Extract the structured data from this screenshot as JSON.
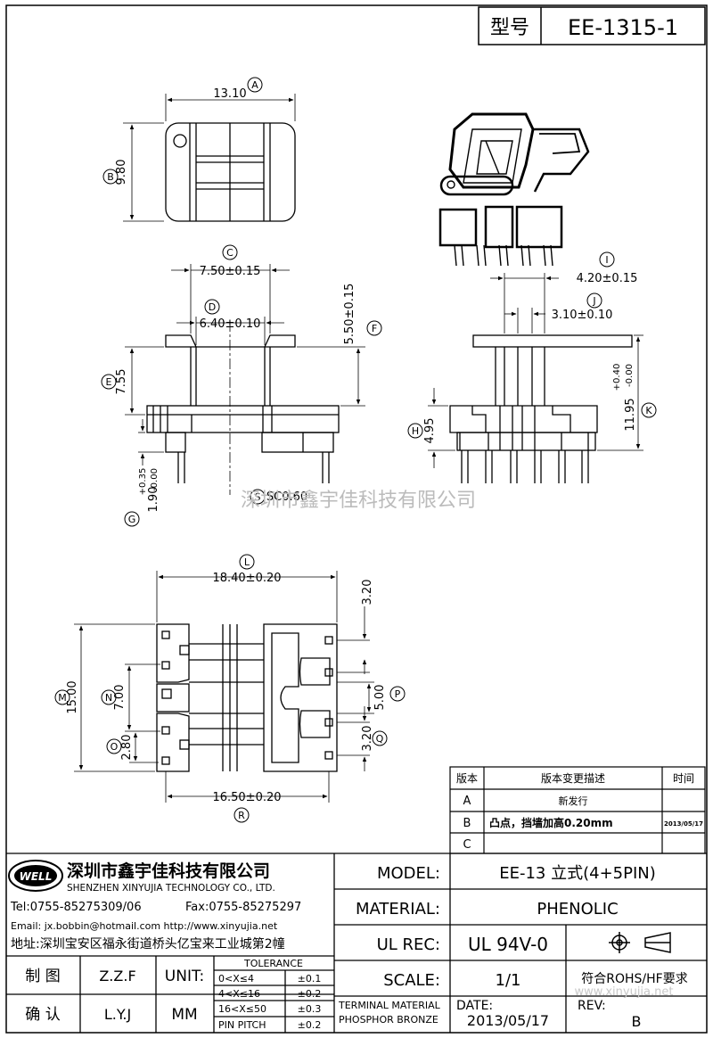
{
  "header": {
    "model_label": "型号",
    "model_value": "EE-1315-1"
  },
  "watermark": "深圳市鑫宇佳科技有限公司",
  "dimensions": {
    "A": "13.10",
    "B": "9.80",
    "C": "7.50±0.15",
    "D": "6.40±0.10",
    "E": "7.55",
    "F": "5.50±0.15",
    "G_main": "1.90",
    "G_plus": "+0.35",
    "G_minus": "-0.00",
    "H": "4.95",
    "I": "4.20±0.15",
    "J": "3.10±0.10",
    "K_main": "11.95",
    "K_plus": "+0.40",
    "K_minus": "-0.00",
    "S": "SC0.60",
    "L": "18.40±0.20",
    "M": "15.00",
    "N": "7.00",
    "O": "2.80",
    "P": "5.00",
    "Q": "3.20",
    "Q_top": "3.20",
    "R": "16.50±0.20"
  },
  "markers": [
    "A",
    "B",
    "C",
    "D",
    "E",
    "F",
    "G",
    "H",
    "I",
    "J",
    "K",
    "L",
    "M",
    "N",
    "O",
    "P",
    "Q",
    "R",
    "S"
  ],
  "revision": {
    "col_version": "版本",
    "col_desc": "版本变更描述",
    "col_time": "时间",
    "rows": [
      {
        "ver": "A",
        "desc": "新发行",
        "time": ""
      },
      {
        "ver": "B",
        "desc": "凸点，挡墙加高0.20mm",
        "time": "2013/05/17"
      },
      {
        "ver": "C",
        "desc": "",
        "time": ""
      }
    ]
  },
  "company": {
    "logo": "WELL",
    "name_cn": "深圳市鑫宇佳科技有限公司",
    "name_en": "SHENZHEN XINYUJIA TECHNOLOGY CO., LTD.",
    "tel": "Tel:0755-85275309/06",
    "fax": "Fax:0755-85275297",
    "email": "Email: jx.bobbin@hotmail.com http://www.xinyujia.net",
    "address": "地址:深圳宝安区福永街道桥头亿宝来工业城第2幢"
  },
  "title_block": {
    "model_label": "MODEL:",
    "model_value": "EE-13 立式(4+5PIN)",
    "material_label": "MATERIAL:",
    "material_value": "PHENOLIC",
    "ulrec_label": "UL REC:",
    "ulrec_value": "UL 94V-0",
    "scale_label": "SCALE:",
    "scale_value": "1/1",
    "compliance": "符合ROHS/HF要求",
    "watermark_url": "www.xinyujia.net",
    "draw_label": "制 图",
    "draw_value": "Z.Z.F",
    "check_label": "确 认",
    "check_value": "L.Y.J",
    "unit_label": "UNIT:",
    "unit_value": "MM",
    "tolerance_title": "TOLERANCE",
    "tolerance_rows": [
      {
        "range": "0<X≤4",
        "tol": "±0.1"
      },
      {
        "range": "4<X≤16",
        "tol": "±0.2"
      },
      {
        "range": "16<X≤50",
        "tol": "±0.3"
      },
      {
        "range": "PIN PITCH",
        "tol": "±0.2"
      }
    ],
    "terminal_material": "TERMINAL MATERIAL",
    "terminal_value": "PHOSPHOR BRONZE",
    "date_label": "DATE:",
    "date_value": "2013/05/17",
    "rev_label": "REV:",
    "rev_value": "B"
  }
}
